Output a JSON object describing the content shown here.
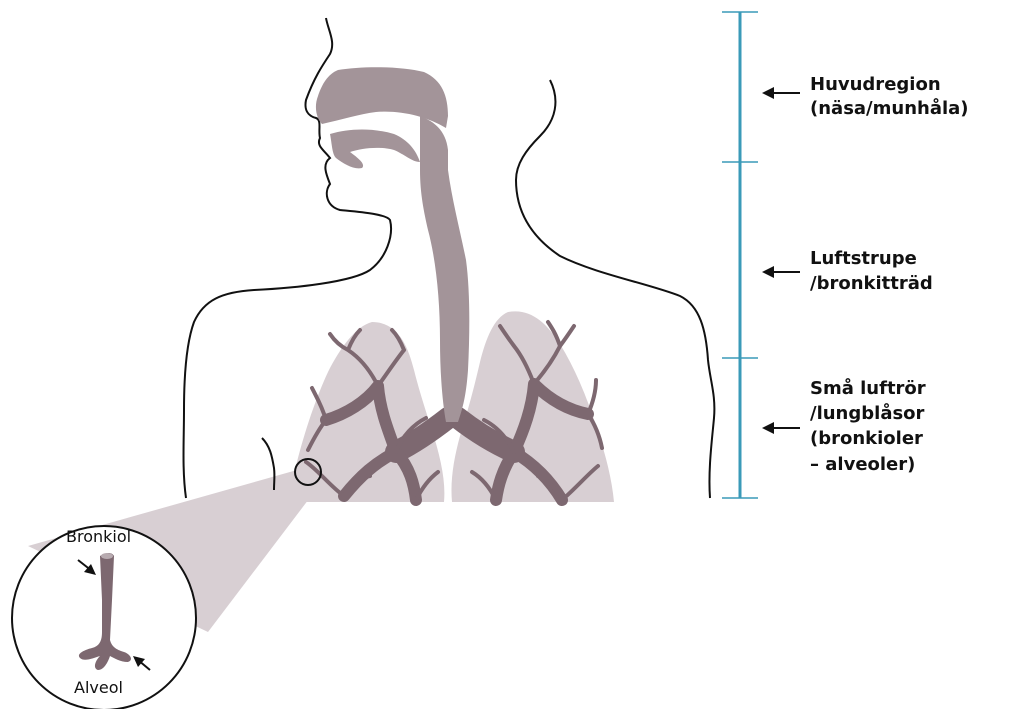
{
  "colors": {
    "airway": "#a39499",
    "lung": "#d8cfd3",
    "bronchi": "#7d6870",
    "outline": "#111111",
    "scale_bar": "#3a9ab8"
  },
  "regions": [
    {
      "lines": [
        "Huvudregion",
        "(näsa/munhåla)"
      ]
    },
    {
      "lines": [
        "Luftstrupe",
        "/bronkitträd"
      ]
    },
    {
      "lines": [
        "Små luftrör",
        "/lungblåsor",
        "(bronkioler",
        "– alveoler)"
      ]
    }
  ],
  "inset": {
    "top_label": "Bronkiol",
    "bottom_label": "Alveol"
  }
}
